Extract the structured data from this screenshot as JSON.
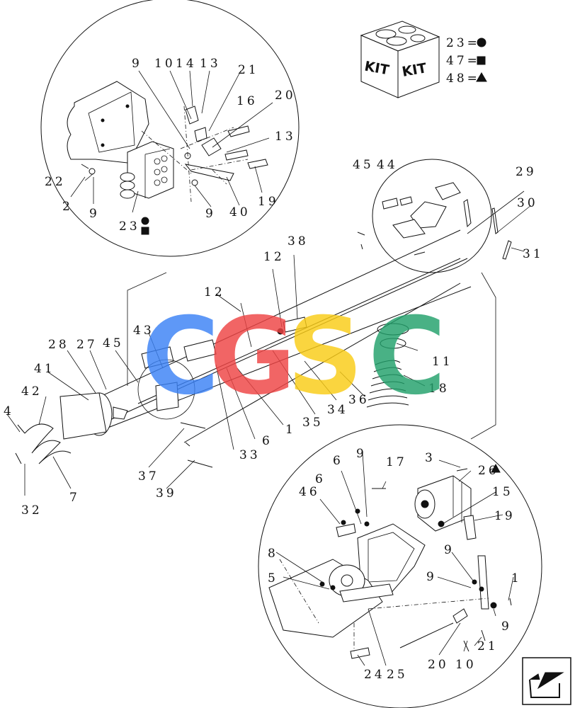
{
  "diagram": {
    "callouts": [
      {
        "id": "c-9a",
        "text": "9"
      },
      {
        "id": "c-10a",
        "text": "10"
      },
      {
        "id": "c-14",
        "text": "14"
      },
      {
        "id": "c-13a",
        "text": "13"
      },
      {
        "id": "c-21a",
        "text": "21"
      },
      {
        "id": "c-16",
        "text": "16"
      },
      {
        "id": "c-20a",
        "text": "20"
      },
      {
        "id": "c-13b",
        "text": "13"
      },
      {
        "id": "c-22",
        "text": "22"
      },
      {
        "id": "c-2",
        "text": "2"
      },
      {
        "id": "c-9b",
        "text": "9"
      },
      {
        "id": "c-9c",
        "text": "9"
      },
      {
        "id": "c-40",
        "text": "40"
      },
      {
        "id": "c-19a",
        "text": "19"
      },
      {
        "id": "c-23a",
        "text": "23"
      },
      {
        "id": "c-45a",
        "text": "45"
      },
      {
        "id": "c-44",
        "text": "44"
      },
      {
        "id": "c-29",
        "text": "29"
      },
      {
        "id": "c-30",
        "text": "30"
      },
      {
        "id": "c-31",
        "text": "31"
      },
      {
        "id": "c-38",
        "text": "38"
      },
      {
        "id": "c-12a",
        "text": "12"
      },
      {
        "id": "c-12b",
        "text": "12"
      },
      {
        "id": "c-43",
        "text": "43"
      },
      {
        "id": "c-28",
        "text": "28"
      },
      {
        "id": "c-27",
        "text": "27"
      },
      {
        "id": "c-45b",
        "text": "45"
      },
      {
        "id": "c-41",
        "text": "41"
      },
      {
        "id": "c-42",
        "text": "42"
      },
      {
        "id": "c-4",
        "text": "4"
      },
      {
        "id": "c-11",
        "text": "11"
      },
      {
        "id": "c-18",
        "text": "18"
      },
      {
        "id": "c-36",
        "text": "36"
      },
      {
        "id": "c-34",
        "text": "34"
      },
      {
        "id": "c-35",
        "text": "35"
      },
      {
        "id": "c-1a",
        "text": "1"
      },
      {
        "id": "c-6a",
        "text": "6"
      },
      {
        "id": "c-33",
        "text": "33"
      },
      {
        "id": "c-37",
        "text": "37"
      },
      {
        "id": "c-39",
        "text": "39"
      },
      {
        "id": "c-32",
        "text": "32"
      },
      {
        "id": "c-7",
        "text": "7"
      },
      {
        "id": "c-3",
        "text": "3"
      },
      {
        "id": "c-26",
        "text": "26"
      },
      {
        "id": "c-17",
        "text": "17"
      },
      {
        "id": "c-9d",
        "text": "9"
      },
      {
        "id": "c-6b",
        "text": "6"
      },
      {
        "id": "c-6c",
        "text": "6"
      },
      {
        "id": "c-46",
        "text": "46"
      },
      {
        "id": "c-15",
        "text": "15"
      },
      {
        "id": "c-19b",
        "text": "19"
      },
      {
        "id": "c-8",
        "text": "8"
      },
      {
        "id": "c-5",
        "text": "5"
      },
      {
        "id": "c-9e",
        "text": "9"
      },
      {
        "id": "c-9f",
        "text": "9"
      },
      {
        "id": "c-1b",
        "text": "1"
      },
      {
        "id": "c-9g",
        "text": "9"
      },
      {
        "id": "c-21b",
        "text": "21"
      },
      {
        "id": "c-20b",
        "text": "20"
      },
      {
        "id": "c-10b",
        "text": "10"
      },
      {
        "id": "c-24",
        "text": "24"
      },
      {
        "id": "c-25",
        "text": "25"
      }
    ]
  },
  "kit_legend": {
    "box_text_left": "KIT",
    "box_text_right": "KIT",
    "rows": [
      {
        "text": "23=",
        "symbol": "circle"
      },
      {
        "text": "47=",
        "symbol": "square"
      },
      {
        "text": "48=",
        "symbol": "triangle"
      }
    ]
  },
  "watermark": {
    "letters": [
      "C",
      "G",
      "S",
      "C"
    ],
    "colors": [
      "#3b82f6",
      "#ef4444",
      "#facc15",
      "#22a06b"
    ]
  },
  "nav": {
    "icon": "previous-page-arrow-icon"
  }
}
